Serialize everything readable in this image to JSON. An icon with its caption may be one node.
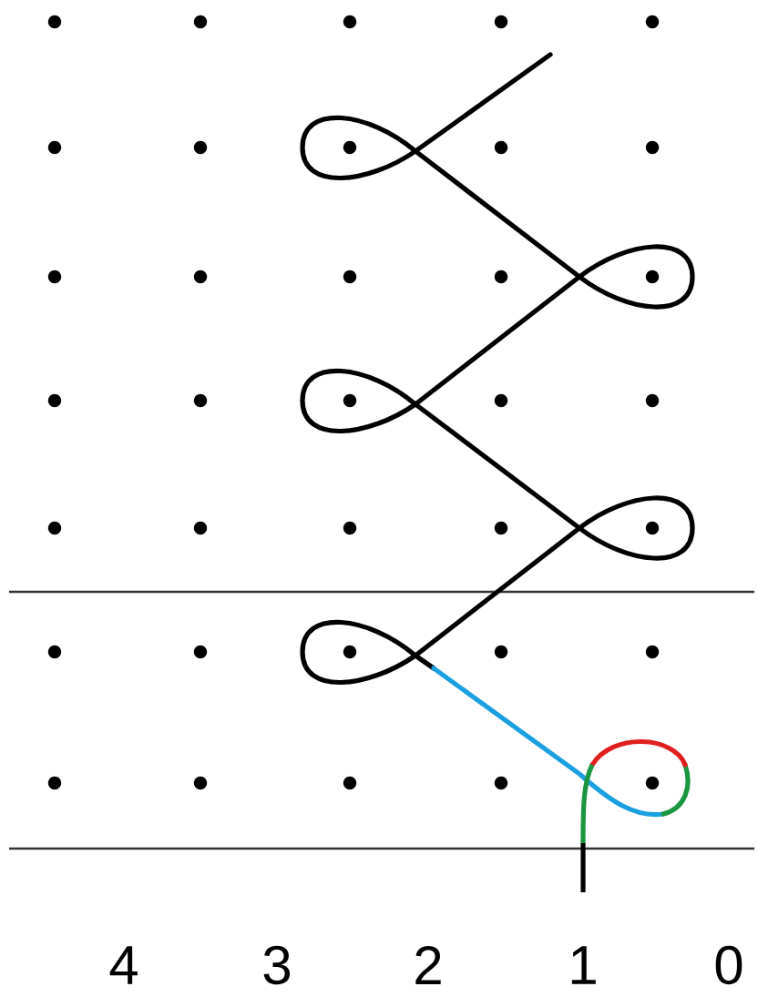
{
  "diagram": {
    "labels": [
      "4",
      "3",
      "2",
      "1",
      "0"
    ]
  }
}
